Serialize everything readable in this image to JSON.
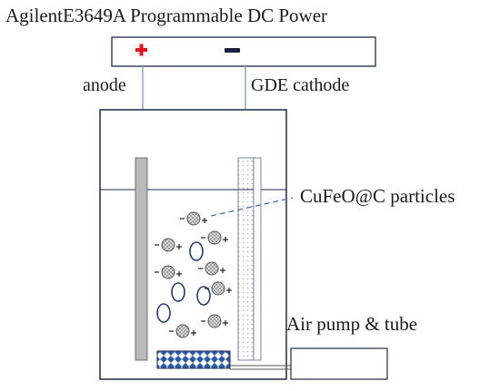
{
  "title": "AgilentE3649A Programmable DC Power",
  "labels": {
    "anode": "anode",
    "cathode": "GDE cathode",
    "particles": "CuFeO@C particles",
    "pump": "Air pump & tube"
  },
  "colors": {
    "positive": "#e8141b",
    "negative": "#1a2040",
    "outline": "#1f2a44",
    "wire": "#7fa7cc",
    "anode_fill": "#b9b9b9",
    "cathode_dots": "#9fb4d6",
    "diffuser": "#2a5aa8",
    "bubble": "#1f3a7a"
  }
}
